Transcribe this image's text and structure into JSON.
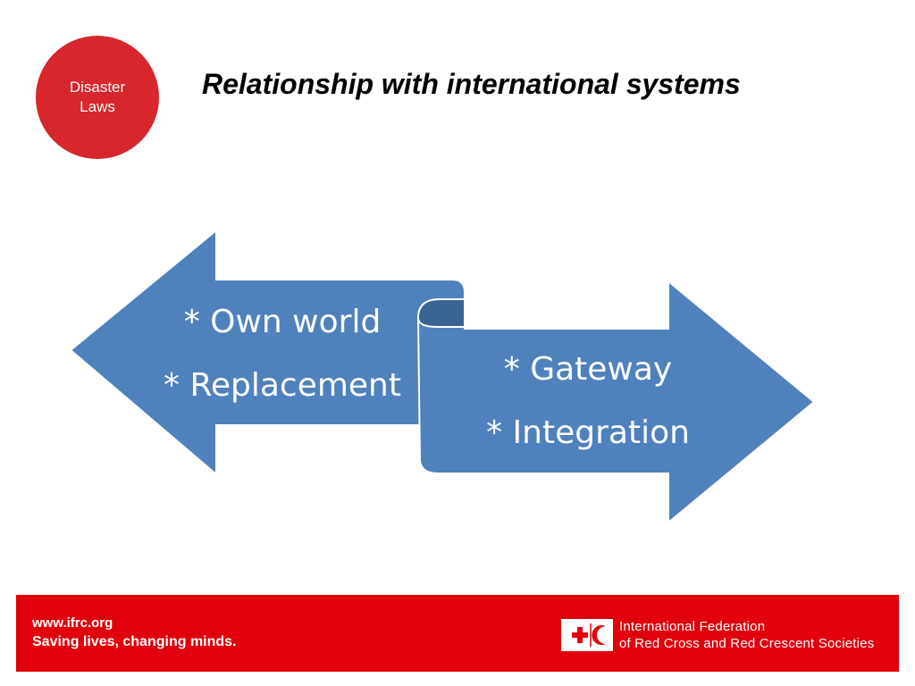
{
  "badge": {
    "line1": "Disaster",
    "line2": "Laws"
  },
  "title": "Relationship with international systems",
  "diagram": {
    "left_arrow": {
      "items": [
        "* Own world",
        "* Replacement"
      ]
    },
    "right_arrow": {
      "items": [
        "* Gateway",
        "* Integration"
      ]
    },
    "colors": {
      "arrow_fill": "#4f81bd",
      "arrow_fold": "#3a6494",
      "arrow_stroke": "#ffffff"
    }
  },
  "footer": {
    "url": "www.ifrc.org",
    "slogan": "Saving lives, changing minds.",
    "org_line1": "International Federation",
    "org_line2": "of Red Cross and Red Crescent Societies",
    "logo_icon": "red-cross-red-crescent-icon",
    "colors": {
      "background": "#e1000b",
      "logo_red": "#e1000b"
    }
  }
}
